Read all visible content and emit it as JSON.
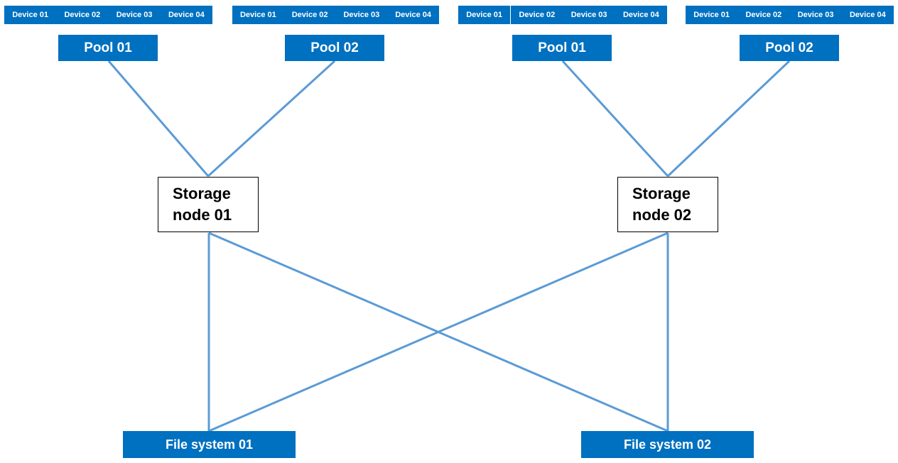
{
  "device_groups": [
    {
      "devices": [
        "Device 01",
        "Device 02",
        "Device 03",
        "Device 04"
      ]
    },
    {
      "devices": [
        "Device 01",
        "Device 02",
        "Device 03",
        "Device 04"
      ]
    },
    {
      "devices": [
        "Device 01",
        "Device 02",
        "Device 03",
        "Device 04"
      ]
    },
    {
      "devices": [
        "Device 01",
        "Device 02",
        "Device 03",
        "Device 04"
      ]
    }
  ],
  "pools": [
    "Pool 01",
    "Pool 02",
    "Pool 01",
    "Pool 02"
  ],
  "nodes": [
    {
      "line1": "Storage",
      "line2": "node 01"
    },
    {
      "line1": "Storage",
      "line2": "node 02"
    }
  ],
  "file_systems": [
    "File system 01",
    "File system 02"
  ],
  "colors": {
    "box_fill": "#0070c0",
    "connector": "#5b9bd5"
  }
}
